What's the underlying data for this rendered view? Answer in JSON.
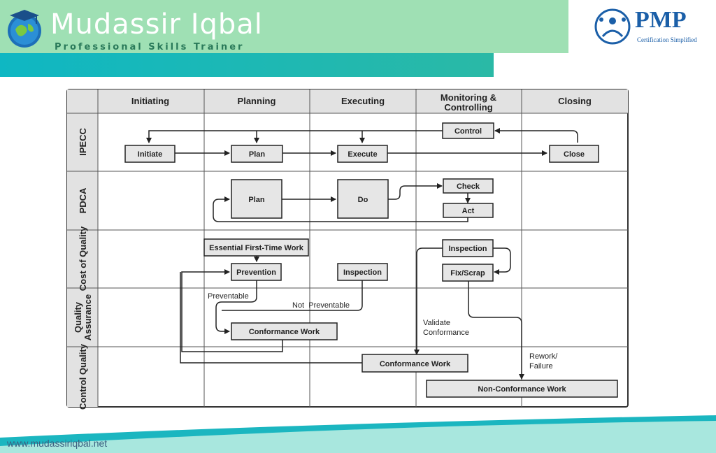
{
  "header": {
    "brand_name": "Mudassir Iqbal",
    "brand_tagline": "Professional Skills Trainer",
    "pmp_logo_text": "PMP",
    "pmp_logo_sub": "Certification Simplified"
  },
  "diagram": {
    "columns": [
      "Initiating",
      "Planning",
      "Executing",
      "Monitoring & Controlling",
      "Closing"
    ],
    "rows": [
      "IPECC",
      "PDCA",
      "Cost of Quality",
      "Quality Assurance",
      "Control Quality"
    ],
    "boxes": {
      "control": "Control",
      "initiate": "Initiate",
      "plan_ipecc": "Plan",
      "execute": "Execute",
      "close": "Close",
      "plan_pdca": "Plan",
      "do": "Do",
      "check": "Check",
      "act": "Act",
      "essential": "Essential First-Time Work",
      "prevention": "Prevention",
      "inspection_coq": "Inspection",
      "inspection_mc": "Inspection",
      "fix_scrap": "Fix/Scrap",
      "conformance_qa": "Conformance Work",
      "conformance_cq": "Conformance Work",
      "nonconformance": "Non-Conformance Work"
    },
    "labels": {
      "preventable": "Preventable",
      "not_preventable": "Not  Preventable",
      "validate_1": "Validate",
      "validate_2": "Conformance",
      "rework_1": "Rework/",
      "rework_2": "Failure"
    },
    "colors": {
      "grid": "#333333",
      "header_fill": "#e2e2e2",
      "box_fill": "#e6e6e6",
      "line": "#222222"
    }
  },
  "footer": {
    "url": "www.mudassiriqbal.net"
  }
}
